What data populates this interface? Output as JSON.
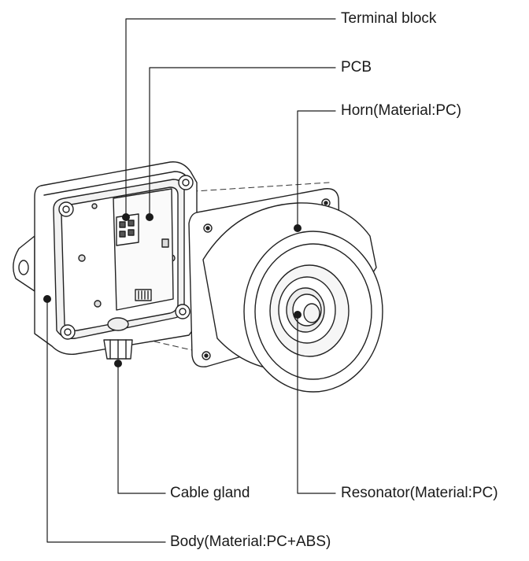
{
  "labels": {
    "terminal_block": "Terminal block",
    "pcb": "PCB",
    "horn": "Horn(Material:PC)",
    "cable_gland": "Cable gland",
    "resonator": "Resonator(Material:PC)",
    "body": "Body(Material:PC+ABS)"
  },
  "colors": {
    "line": "#1a1a1a",
    "background": "#ffffff"
  }
}
